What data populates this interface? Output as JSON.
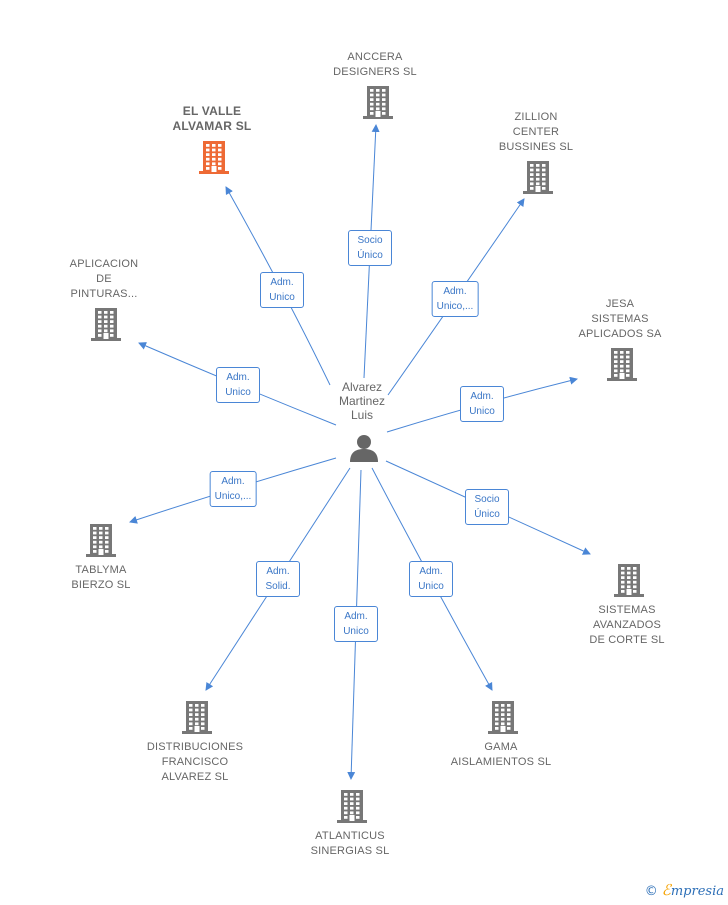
{
  "center": {
    "label": "Alvarez\nMartinez\nLuis",
    "icon": "person-icon"
  },
  "colors": {
    "edge": "#4a86d6",
    "building": "#777777",
    "highlight": "#ee6a35"
  },
  "companies": [
    {
      "id": "el-valle",
      "label": "EL VALLE\nALVAMAR  SL",
      "highlight": true,
      "edge_label": "Adm.\nUnico"
    },
    {
      "id": "anccera",
      "label": "ANCCERA\nDESIGNERS SL",
      "highlight": false,
      "edge_label": "Socio\nÚnico"
    },
    {
      "id": "zillion",
      "label": "ZILLION\nCENTER\nBUSSINES SL",
      "highlight": false,
      "edge_label": "Adm.\nUnico,..."
    },
    {
      "id": "aplicacion",
      "label": "APLICACION\nDE\nPINTURAS...",
      "highlight": false,
      "edge_label": "Adm.\nUnico"
    },
    {
      "id": "jesa",
      "label": "JESA\nSISTEMAS\nAPLICADOS SA",
      "highlight": false,
      "edge_label": "Adm.\nUnico"
    },
    {
      "id": "tablyma",
      "label": "TABLYMA\nBIERZO SL",
      "highlight": false,
      "edge_label": "Adm.\nUnico,..."
    },
    {
      "id": "sistemas",
      "label": "SISTEMAS\nAVANZADOS\nDE CORTE SL",
      "highlight": false,
      "edge_label": "Socio\nÚnico"
    },
    {
      "id": "distribuciones",
      "label": "DISTRIBUCIONES\nFRANCISCO\nALVAREZ  SL",
      "highlight": false,
      "edge_label": "Adm.\nSolid."
    },
    {
      "id": "gama",
      "label": "GAMA\nAISLAMIENTOS SL",
      "highlight": false,
      "edge_label": "Adm.\nUnico"
    },
    {
      "id": "atlanticus",
      "label": "ATLANTICUS\nSINERGIAS SL",
      "highlight": false,
      "edge_label": "Adm.\nUnico"
    }
  ],
  "footer": {
    "copyright": "©",
    "brand_initial": "ℰ",
    "brand_rest": "mpresia"
  }
}
